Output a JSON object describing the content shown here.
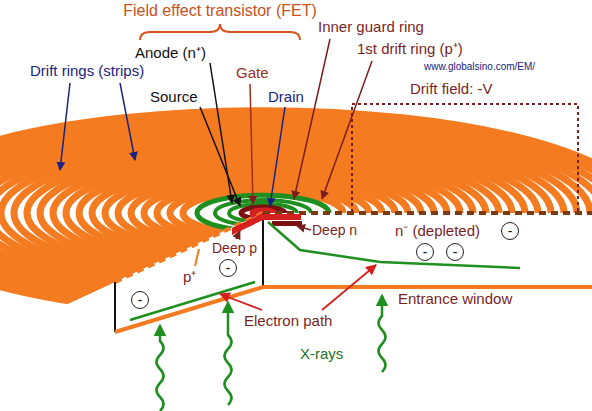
{
  "diagram": {
    "nodes": [
      {
        "text": [
          "-"
        ]
      },
      {
        "text": [
          "-"
        ]
      },
      {
        "text": [
          "-"
        ]
      },
      {
        "text": [
          "-"
        ]
      },
      {
        "text": [
          "-"
        ]
      }
    ],
    "labels": [
      "Field effect transistor (FET)",
      "Inner guard ring",
      "1st drift ring (p⁺)",
      "Anode (n⁺)",
      "Gate",
      "www.globalsino.com/EM/",
      "Drift rings (strips)",
      "Drift field: -V",
      "Source",
      "Drain",
      "Deep n",
      "n⁻ (depleted)",
      "Deep p",
      "p⁺",
      "Electron path",
      "Entrance window",
      "X-rays"
    ]
  }
}
